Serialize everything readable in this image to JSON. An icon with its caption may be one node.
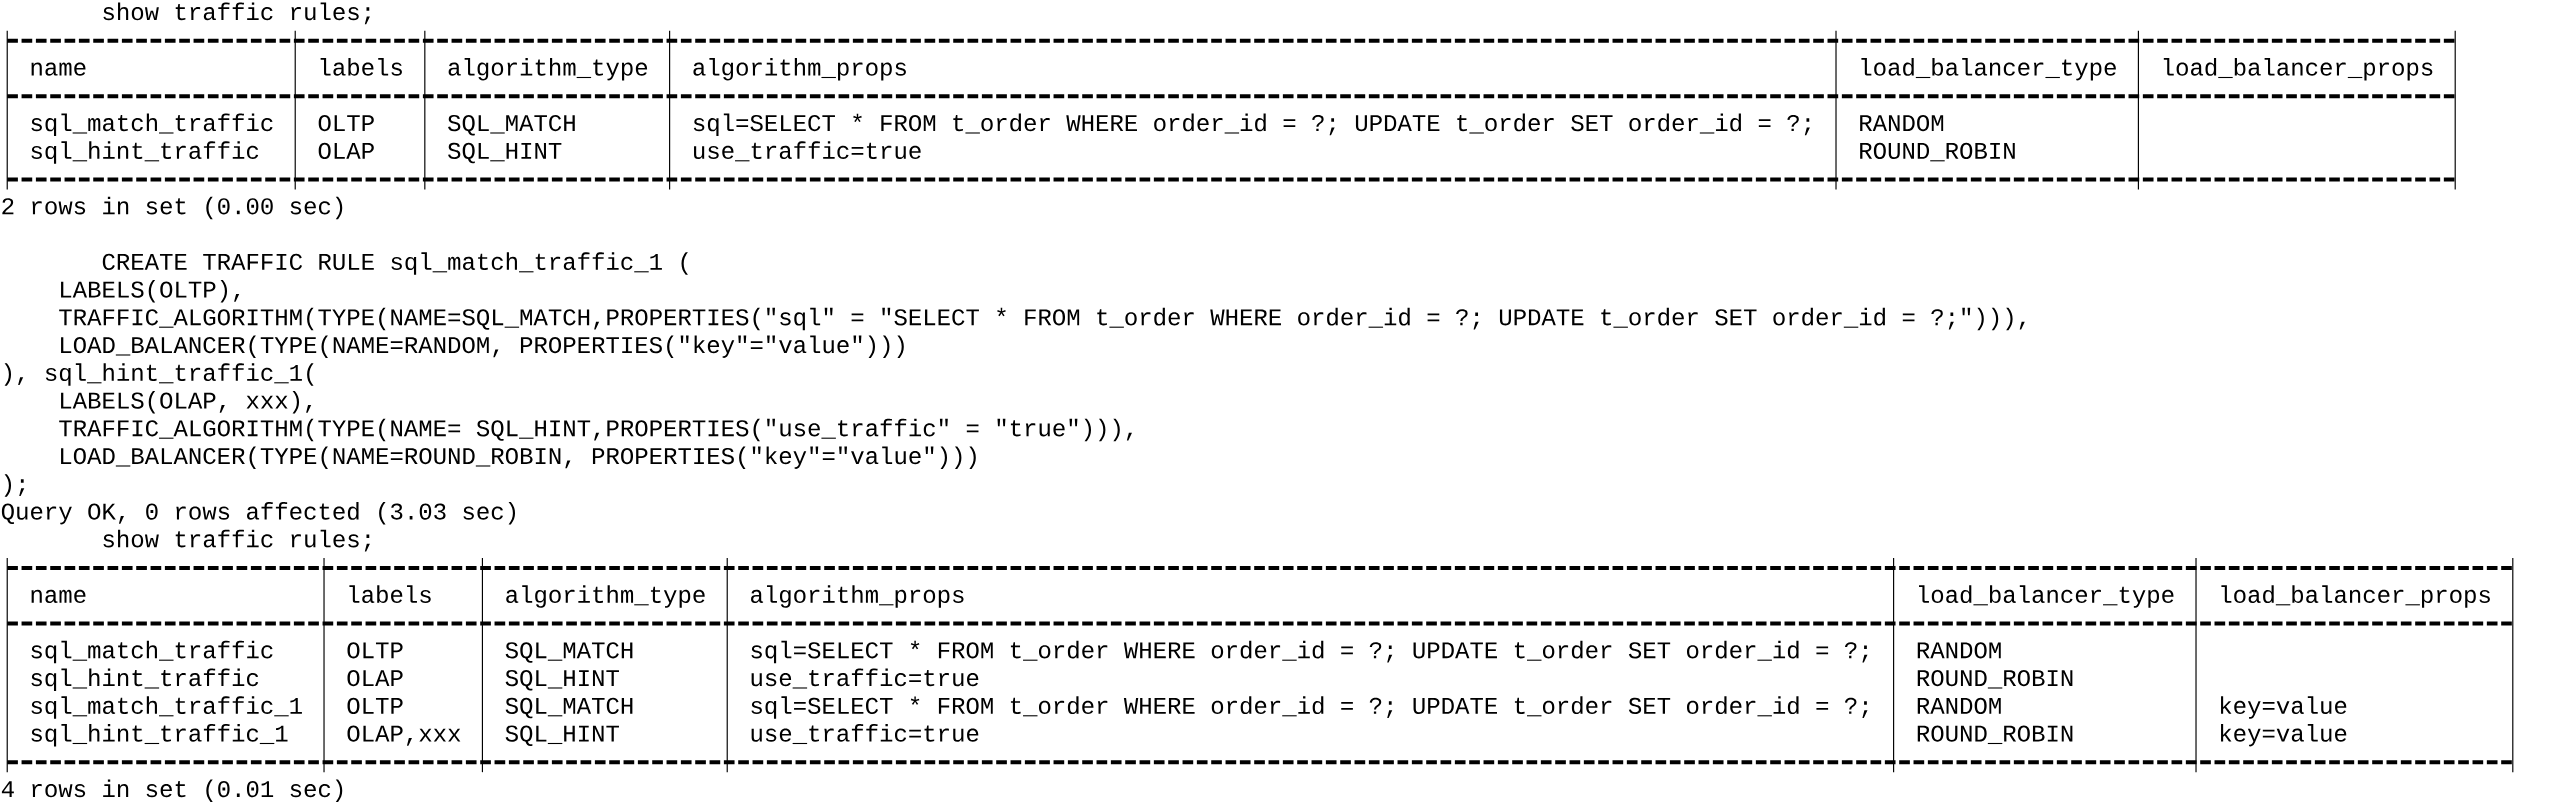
{
  "diagram": {
    "labels": [
      "show traffic rules;",
      "name",
      "labels",
      "algorithm_type",
      "algorithm_props",
      "load_balancer_type",
      "load_balancer_props",
      "sql_match_traffic",
      "OLTP",
      "SQL_MATCH",
      "sql=SELECT * FROM t_order WHERE order_id = ?; UPDATE t_order SET order_id = ?;",
      "RANDOM",
      "sql_hint_traffic",
      "OLAP",
      "SQL_HINT",
      "use_traffic=true",
      "ROUND_ROBIN",
      "2 rows in set (0.00 sec)",
      "CREATE TRAFFIC RULE sql_match_traffic_1 (",
      "LABELS(OLTP),",
      "TRAFFIC_ALGORITHM(TYPE(NAME=SQL_MATCH,PROPERTIES(\"sql\" = \"SELECT * FROM t_order WHERE order_id = ?; UPDATE t_order SET order_id = ?;\"))),",
      "LOAD_BALANCER(TYPE(NAME=RANDOM, PROPERTIES(\"key\"=\"value\")))",
      "), sql_hint_traffic_1(",
      "LABELS(OLAP, xxx),",
      "TRAFFIC_ALGORITHM(TYPE(NAME= SQL_HINT,PROPERTIES(\"use_traffic\" = \"true\"))),",
      "LOAD_BALANCER(TYPE(NAME=ROUND_ROBIN, PROPERTIES(\"key\"=\"value\")))",
      ");",
      "Query OK, 0 rows affected (3.03 sec)",
      "show traffic rules;",
      "name",
      "labels",
      "algorithm_type",
      "algorithm_props",
      "load_balancer_type",
      "load_balancer_props",
      "sql_match_traffic",
      "OLTP",
      "SQL_MATCH",
      "sql=SELECT * FROM t_order WHERE order_id = ?; UPDATE t_order SET order_id = ?;",
      "RANDOM",
      "sql_hint_traffic",
      "OLAP",
      "SQL_HINT",
      "use_traffic=true",
      "ROUND_ROBIN",
      "sql_match_traffic_1",
      "OLTP",
      "SQL_MATCH",
      "sql=SELECT * FROM t_order WHERE order_id = ?; UPDATE t_order SET order_id = ?;",
      "RANDOM",
      "key=value",
      "sql_hint_traffic_1",
      "OLAP,xxx",
      "SQL_HINT",
      "use_traffic=true",
      "ROUND_ROBIN",
      "key=value",
      "4 rows in set (0.01 sec)"
    ]
  }
}
